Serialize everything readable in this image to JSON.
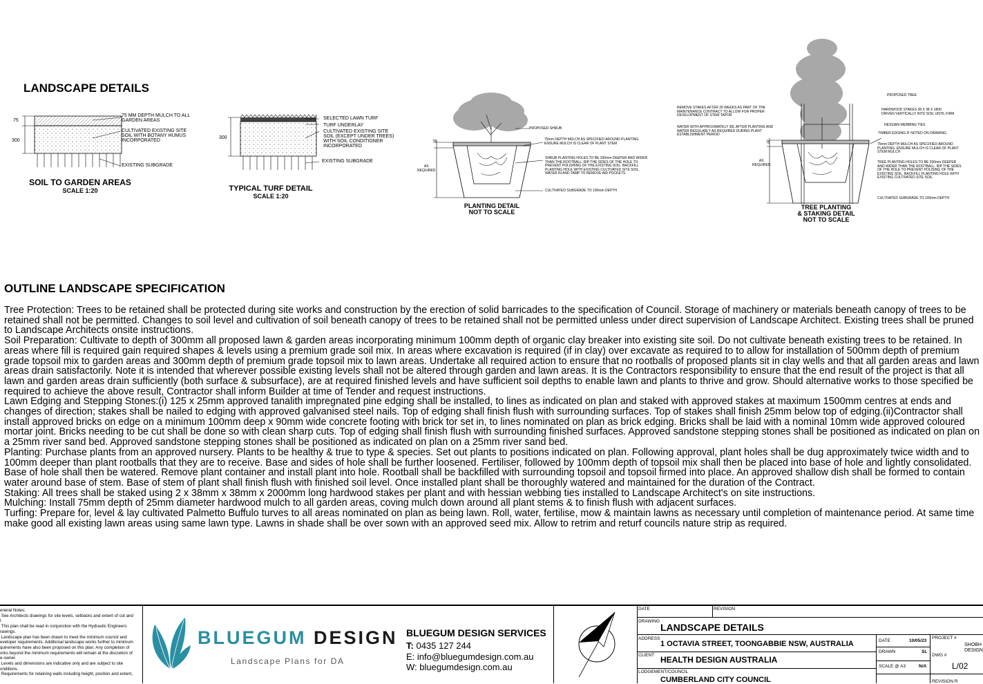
{
  "details": {
    "heading": "LANDSCAPE DETAILS",
    "soil": {
      "title": "SOIL TO GARDEN AREAS",
      "scale": "SCALE 1:20",
      "dim1": "75",
      "dim2": "300",
      "label1": "75 MM DEPTH MULCH TO ALL\nGARDEN AREAS",
      "label2": "CULTIVATED EXISTING SITE\nSOIL WITH BOTANY HUMUS\nINCORPORATED",
      "label3": "EXISTING SUBGRADE"
    },
    "turf": {
      "title": "TYPICAL TURF DETAIL",
      "scale": "SCALE 1:20",
      "dim": "300",
      "label1": "SELECTED LAWN TURF",
      "label2": "TURF UNDERLAY",
      "label3": "CULTIVATED EXISTING SITE\nSOIL (EXCEPT UNDER TREES)\nWITH SOIL CONDITIONER\nINCORPORATED",
      "label4": "EXISTING SUBGRADE"
    },
    "planting": {
      "title": "PLANTING DETAIL",
      "scale": "NOT TO SCALE",
      "dim1": "75",
      "dim2": "AS\nREQUIRED",
      "label1": "PROPOSED SHRUB",
      "label2": "75mm DEPTH MULCH AS SPECIFIED AROUND PLANTING.\nENSURE MULCH IS CLEAR OF PLANT STEM",
      "label3": "SHRUB PLANTING HOLES TO BE 200mm DEEPER AND WIDER\nTHAN THE ROOTBALL. RIP THE SIDES OF THE HOLE TO\nPREVENT POLISHING OF THE EXISTING SOIL. BACKFILL\nPLANTING HOLE WITH EXISTING CULTIVATED SITE SOIL.\nWATER IN AND TAMP TO REMOVE AIR POCKETS",
      "label4": "CULTIVATED SUBGRADE TO 100mm DEPTH"
    },
    "tree": {
      "title": "TREE PLANTING",
      "title2": "& STAKING DETAIL",
      "scale": "NOT TO SCALE",
      "dim1": "75",
      "dim2": "AS\nREQUIRED",
      "left1": "REMOVE STAKES AFTER 26 WEEKS AS PART OF THE\nMAINTENANCE CONTRACT TO ALLOW FOR PROPER\nDEVELOPMENT OF STEM TAPOR",
      "left2": "WATER WITH APPROXIMATELY 30L AFTER PLANTING AND\nWATER REGULARLY AS REQUIRED DURING PLANT\nESTABLISHMENT PERIOD",
      "r1": "PROPOSED TREE",
      "r2": "HARDWOOD STAKES 38 X 38 X 1800\nDRIVEN VERTICALLY INTO SOIL UNTIL FIRM",
      "r3": "HESSIAN WEBBING TIES",
      "r4": "TIMBER EDGING IF NOTED ON DRAWING",
      "r5": "75mm DEPTH MULCH AS SPECIFIED AROUND\nPLANTING. ENSURE MULCH IS CLEAR OF PLANT\nSTEM MULCH",
      "r6": "TREE PLANTING HOLES TO BE 200mm DEEPER\nAND WIDER THAN THE ROOTBALL. RIP THE SIDES\nOF THE HOLE TO PREVENT POLISING OF THE\nEXISTING SOIL. BACKFILL PLANTING HOLE WITH\nEXISTING CULTIVATED SITE SOIL.",
      "r7": "CULTIVATED SUBGRADE TO 100mm DEPTH"
    }
  },
  "spec": {
    "heading": "OUTLINE LANDSCAPE SPECIFICATION",
    "paragraphs": [
      "Tree Protection: Trees to be retained shall be protected during site works and construction by the erection of solid barricades to the specification of Council. Storage of machinery or materials beneath canopy of trees to be retained shall not be permitted. Changes to soil level and cultivation of soil beneath canopy of trees to be retained shall not be permitted unless under direct supervision of Landscape Architect. Existing trees shall be pruned to Landscape Architects onsite instructions.",
      "Soil Preparation: Cultivate to depth of 300mm all proposed lawn & garden areas incorporating minimum 100mm depth of organic clay breaker into existing site soil. Do not cultivate beneath existing trees to be retained. In areas where fill is required gain required shapes & levels using a premium grade soil mix. In areas where excavation is required (if in clay) over excavate as required to to allow for installation of 500mm depth of premium grade topsoil mix to garden areas and 300mm depth of premium grade topsoil mix to lawn areas. Undertake all required action to ensure that no rootballs of proposed plants sit in clay wells and that all garden areas and lawn areas drain satisfactorily. Note it is intended that wherever possible existing levels shall not be altered through garden and lawn areas. It is the Contractors responsibility to ensure that the end result of the project is that all lawn and garden areas drain sufficiently (both surface & subsurface), are at required finished levels and have sufficient soil depths to enable lawn and plants to thrive and grow. Should alternative works to those specified be required to achieve the above result, Contractor shall inform Builder at time of Tender and request instructions.",
      "Lawn Edging and Stepping Stones:(i) 125 x 25mm approved tanalith impregnated pine edging shall be installed, to lines as indicated on plan and staked with approved stakes at maximum 1500mm centres at ends and changes of direction; stakes shall be nailed to edging with approved galvanised steel nails. Top of edging shall finish flush with surrounding surfaces. Top of stakes shall finish 25mm below top of edging.(ii)Contractor shall install approved bricks on edge on a minimum 100mm deep x 90mm wide concrete footing with brick tor set in, to lines nominated on plan as brick edging. Bricks shall be laid with a nominal 10mm wide approved coloured mortar joint. Bricks needing to be cut shall be done so with clean sharp cuts. Top of edging shall finish flush with surrounding finished surfaces. Approved sandstone stepping stones shall be positioned as indicated on plan on a 25mm river sand bed.  Approved sandstone stepping stones shall be positioned as indicated on plan on a 25mm river sand bed.",
      "Planting: Purchase plants from an approved nursery. Plants to be healthy & true to type & species. Set out plants to positions indicated on plan. Following approval, plant holes shall be dug approximately twice width and to 100mm deeper than plant rootballs that they are to receive. Base and sides of hole shall be further loosened. Fertiliser,  followed by 100mm depth of topsoil mix  shall then be placed into base of hole and lightly consolidated. Base of hole shall then be watered. Remove plant container and install plant into hole. Rootball shall be backfilled with surrounding topsoil and topsoil firmed into place. An approved shallow dish shall be formed to contain water around base of stem. Base of stem of plant shall finish flush with finished soil level. Once installed plant shall be thoroughly watered and maintained for the duration of the Contract.",
      "Staking:  All trees shall be staked using 2 x 38mm x 38mm x 2000mm long hardwood stakes per plant and with hessian webbing ties installed to Landscape Architect's on site instructions.",
      "Mulching: Install 75mm depth of 25mm diameter hardwood mulch to all garden areas, coving mulch down around all plant stems & to finish flush with adjacent surfaces.",
      "Turfing: Prepare for, level & lay cultivated Palmetto Buffulo turves to all areas nominated on plan as being lawn. Roll, water, fertilise, mow & maintain lawns as necessary until completion of maintenance period. At same time make good all existing lawn areas using same lawn type. Lawns in shade shall be over sown with an approved seed mix. Allow to retrim and returf councils nature strip as required."
    ]
  },
  "notes": {
    "text": "eneral Notes:\n See Architects drawings for site levels, setbacks and extent of cut and\nl.\n This plan shall be read in conjunction with the Hydraulic Engineers\nrawings.\n Landscape plan has been drawn to meet the minimum council and\neveloper requirements. Additional landscape works further to minimum\nquirements have also been proposed on this plan. Any completion of\norks beyond the minimum requirements will remain at the discretion of\ne owner.\n Levels and dimensions are indicative only and are subject to site\nonditions.\n Requirements for retaining walls including height, position and extent,"
  },
  "brand": {
    "name_a": "BLUEGUM",
    "name_b": "DESIGN",
    "tagline": "Landscape Plans for DA",
    "accent": "#2b8ea0",
    "leaf_color": "#2a8fa3"
  },
  "services": {
    "title": "BLUEGUM DESIGN SERVICES",
    "phone_label": "T:",
    "phone": "0435 127 244",
    "email": "E: info@bluegumdesign.com.au",
    "web": "W: bluegumdesign.com.au"
  },
  "title_block": {
    "date_label": "DATE",
    "revision_label": "REVISION",
    "drawing_label": "DRAWING",
    "drawing": "LANDSCAPE  DETAILS",
    "address_label": "ADDRESS",
    "address": "1 OCTAVIA STREET, TOONGABBIE NSW, AUSTRALIA",
    "client_label": "CLIENT",
    "client": "HEALTH DESIGN AUSTRALIA",
    "council_label": "LODGEMENT/COUNCIL",
    "council": "CUMBERLAND CITY COUNCIL",
    "date2_label": "DATE",
    "date2": "10/05/23",
    "drawn_label": "DRAWN",
    "drawn": "SL",
    "scale_label": "SCALE @ A3",
    "scale": "N/A",
    "project_label": "PROJECT #",
    "project": "SHOBH\nDESIGN",
    "dwg_label": "DWG #",
    "dwg": "L/02",
    "revision2_label": "REVISION R"
  }
}
